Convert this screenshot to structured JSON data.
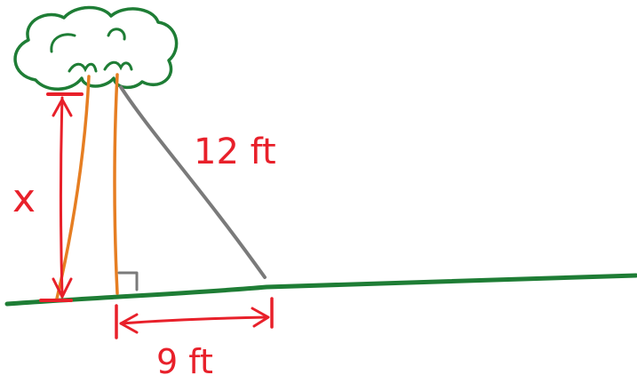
{
  "labels": {
    "height_unknown": "x",
    "hypotenuse": "12 ft",
    "base": "9 ft"
  },
  "colors": {
    "ink_red": "#e8202a",
    "tree_green": "#1e7d35",
    "trunk_orange": "#e67e22",
    "support_gray": "#7a7a7a"
  },
  "icons": {
    "right_angle": "right-angle-marker-icon",
    "canopy": "tree-canopy-icon"
  }
}
